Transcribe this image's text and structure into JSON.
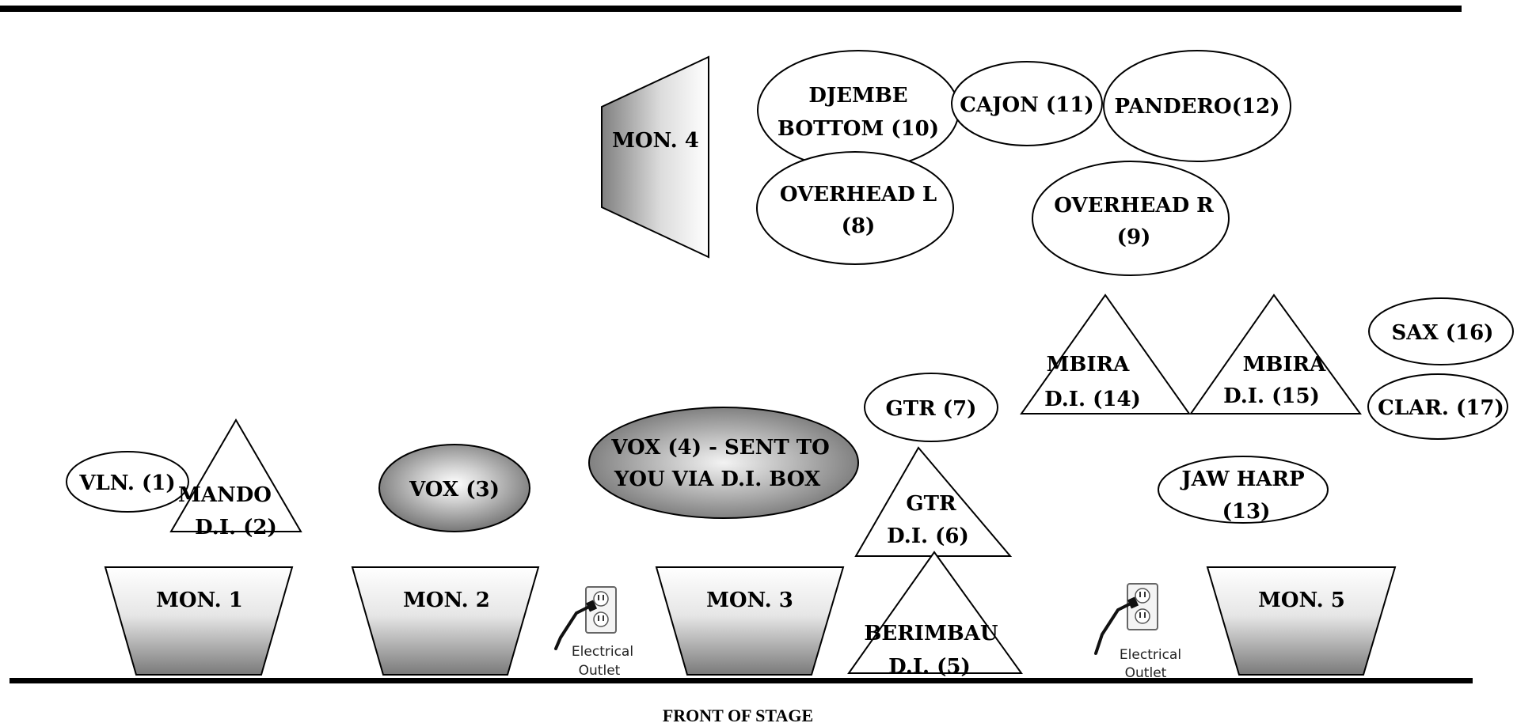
{
  "stage_plot": {
    "footer": "FRONT OF STAGE",
    "monitors": {
      "mon1": "MON. 1",
      "mon2": "MON.  2",
      "mon3": "MON.  3",
      "mon4": "MON. 4",
      "mon5": "MON. 5"
    },
    "inputs": {
      "vln1": "VLN. (1)",
      "mando2": [
        "MANDO",
        "D.I. (2)"
      ],
      "vox3": "VOX (3)",
      "vox4": [
        "VOX (4) - SENT TO",
        "YOU VIA D.I. BOX"
      ],
      "berimbau5": [
        "BERIMBAU",
        "D.I. (5)"
      ],
      "gtr6": [
        "GTR",
        "D.I. (6)"
      ],
      "gtr7": "GTR (7)",
      "overheadL8": [
        "OVERHEAD L",
        "(8)"
      ],
      "overheadR9": [
        "OVERHEAD  R",
        "(9)"
      ],
      "djembe10": [
        "DJEMBE",
        "BOTTOM (10)"
      ],
      "cajon11": "CAJON (11)",
      "pandero12": "PANDERO(12)",
      "jawharp13": [
        "JAW HARP",
        "(13)"
      ],
      "mbira14": [
        "MBIRA",
        "D.I. (14)"
      ],
      "mbira15": [
        "MBIRA",
        "D.I. (15)"
      ],
      "sax16": "SAX (16)",
      "clar17": "CLAR. (17)"
    },
    "outlets": {
      "outlet1": [
        "Electrical",
        "Outlet"
      ],
      "outlet2": [
        "Electrical",
        "Outlet"
      ]
    }
  }
}
